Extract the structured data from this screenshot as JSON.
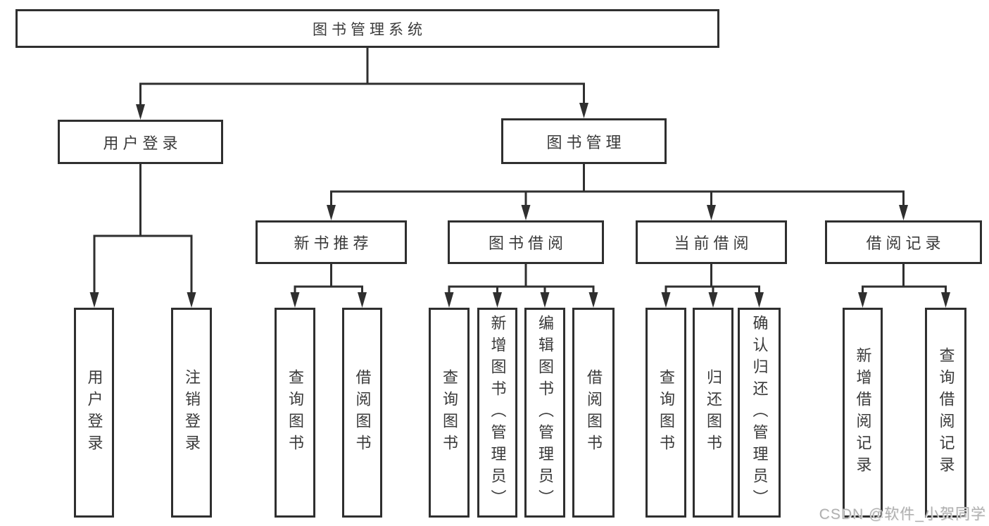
{
  "colors": {
    "line": "#2f2f2f",
    "text": "#3a3a3a",
    "background": "#ffffff",
    "watermark": "#b0b0b0"
  },
  "watermark": {
    "text": "CSDN @软件_小贺同学"
  },
  "tree": {
    "root": {
      "label": "图书管理系统"
    },
    "branches": [
      {
        "label": "用户登录",
        "children": [
          {
            "label": "用户登录"
          },
          {
            "label": "注销登录"
          }
        ]
      },
      {
        "label": "图书管理",
        "children": [
          {
            "label": "新书推荐",
            "children": [
              {
                "label": "查询图书"
              },
              {
                "label": "借阅图书"
              }
            ]
          },
          {
            "label": "图书借阅",
            "children": [
              {
                "label": "查询图书"
              },
              {
                "label": "新增图书（管理员）"
              },
              {
                "label": "编辑图书（管理员）"
              },
              {
                "label": "借阅图书"
              }
            ]
          },
          {
            "label": "当前借阅",
            "children": [
              {
                "label": "查询图书"
              },
              {
                "label": "归还图书"
              },
              {
                "label": "确认归还（管理员）"
              }
            ]
          },
          {
            "label": "借阅记录",
            "children": [
              {
                "label": "新增借阅记录"
              },
              {
                "label": "查询借阅记录"
              }
            ]
          }
        ]
      }
    ]
  }
}
